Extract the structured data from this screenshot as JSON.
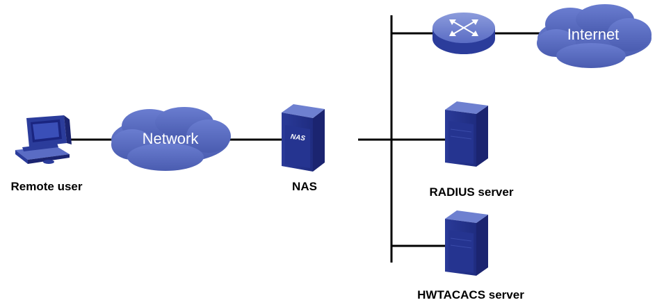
{
  "nodes": {
    "remote_user": {
      "label": "Remote user",
      "icon": "computer-icon"
    },
    "network": {
      "label": "Network",
      "icon": "cloud-icon"
    },
    "nas": {
      "label": "NAS",
      "device_text": "NAS",
      "icon": "server-icon"
    },
    "router": {
      "icon": "router-icon"
    },
    "internet": {
      "label": "Internet",
      "icon": "cloud-icon"
    },
    "radius_server": {
      "label": "RADIUS server",
      "icon": "server-icon"
    },
    "hwtacacs_server": {
      "label": "HWTACACS server",
      "icon": "server-icon"
    }
  },
  "colors": {
    "device_blue": "#2B3C9B",
    "device_dark": "#1B2470",
    "device_light": "#5A6CC4",
    "cloud_blue": "#5A6DC0",
    "line": "#000000"
  }
}
